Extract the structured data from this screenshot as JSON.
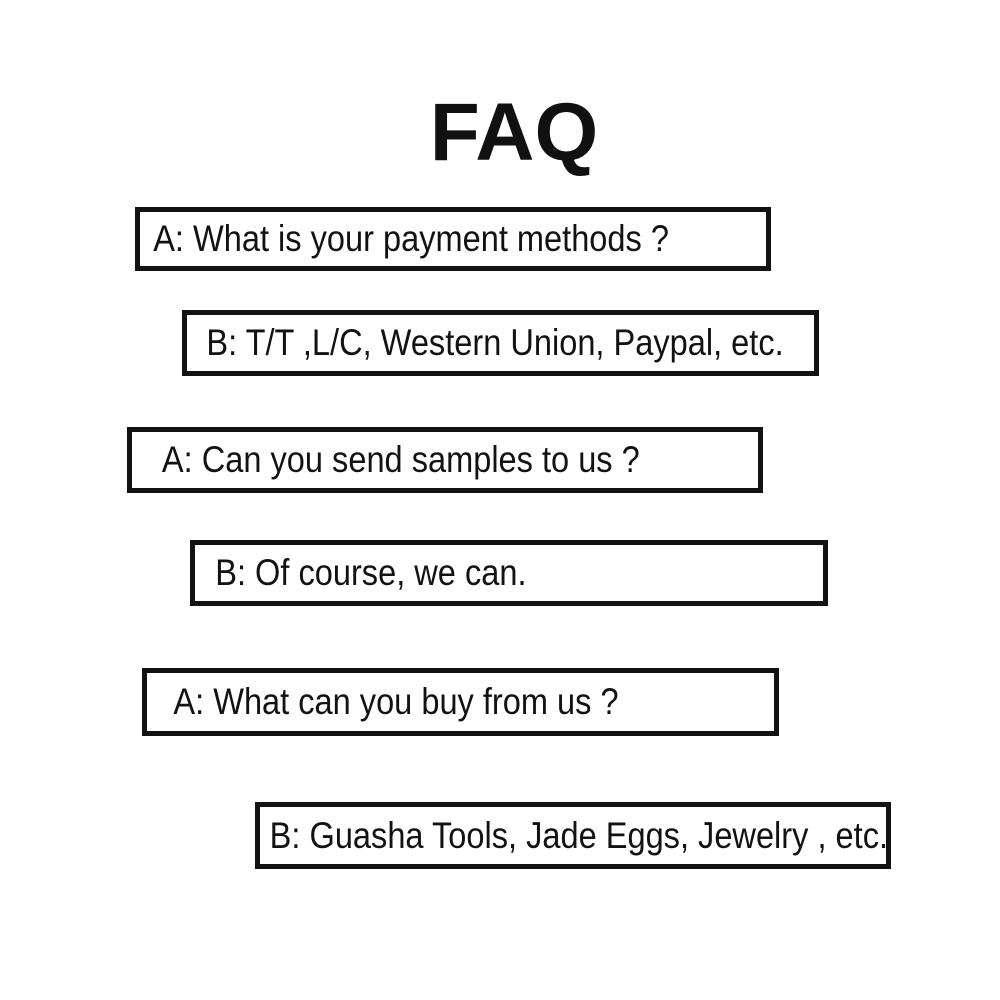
{
  "page": {
    "background_color": "#ffffff",
    "text_color": "#121212",
    "border_color": "#131313",
    "title": "FAQ"
  },
  "faq": {
    "entries": [
      {
        "speaker": "A",
        "text": "A: What is your payment methods ?"
      },
      {
        "speaker": "B",
        "text": "B: T/T ,L/C, Western Union, Paypal, etc."
      },
      {
        "speaker": "A",
        "text": "A: Can you send samples to us ?"
      },
      {
        "speaker": "B",
        "text": "B: Of course, we can."
      },
      {
        "speaker": "A",
        "text": "A: What can you buy from us ?"
      },
      {
        "speaker": "B",
        "text": "B: Guasha Tools, Jade Eggs, Jewelry , etc."
      }
    ]
  }
}
